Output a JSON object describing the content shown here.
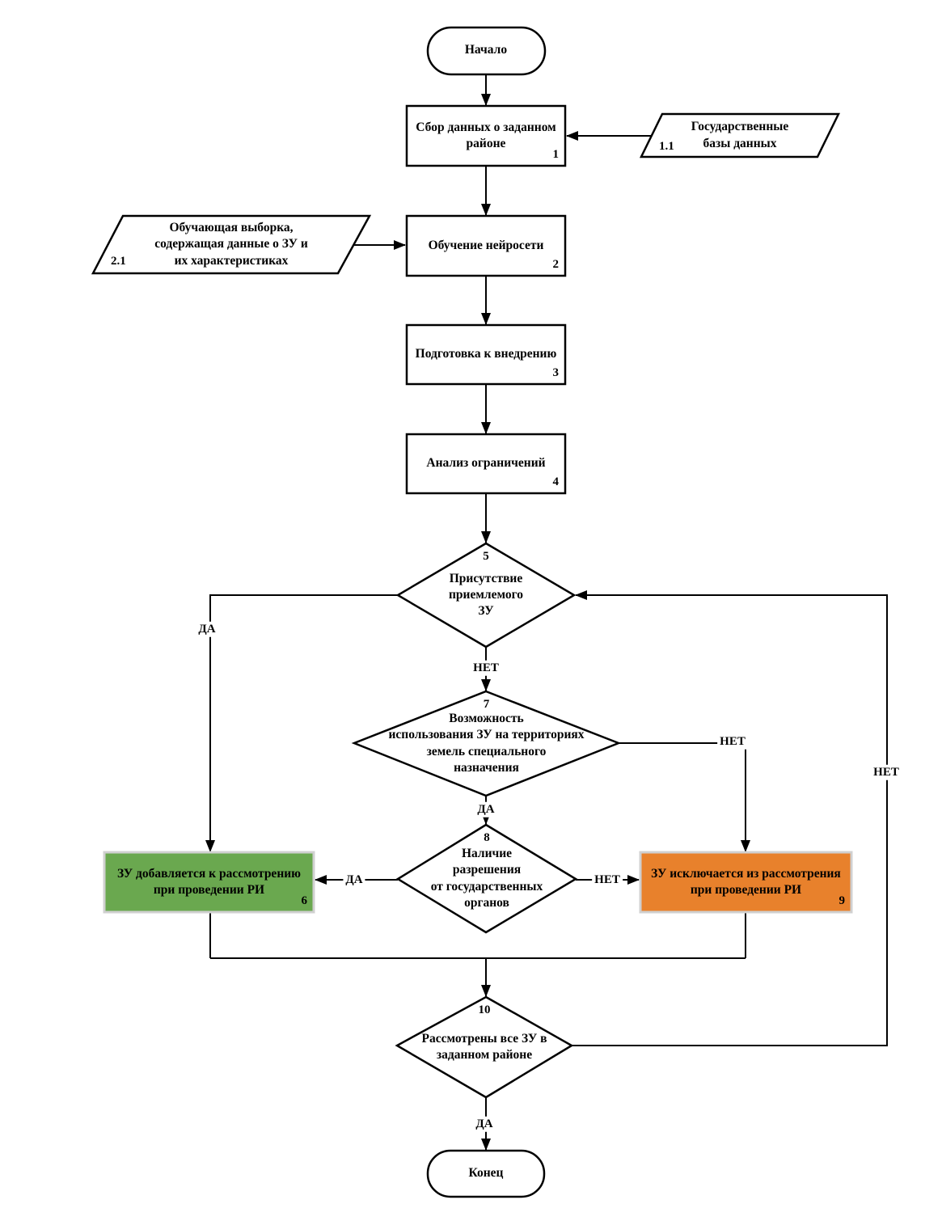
{
  "diagram": {
    "nodes": {
      "start": {
        "label": "Начало"
      },
      "collect": {
        "label": "Сбор данных о заданном\nрайоне",
        "num": "1"
      },
      "gov_db": {
        "label": "Государственные\nбазы данных",
        "num": "1.1"
      },
      "training_set": {
        "label": "Обучающая выборка,\nсодержащая данные о ЗУ и\nих характеристиках",
        "num": "2.1"
      },
      "train_nn": {
        "label": "Обучение нейросети",
        "num": "2"
      },
      "prepare": {
        "label": "Подготовка к внедрению",
        "num": "3"
      },
      "constraints": {
        "label": "Анализ ограничений",
        "num": "4"
      },
      "acceptable": {
        "label": "Присутствие\nприемлемого\nЗУ",
        "num": "5"
      },
      "special_lands": {
        "label": "Возможность\nиспользования ЗУ на территориях\nземель специального\nназначения",
        "num": "7"
      },
      "permission": {
        "label": "Наличие\nразрешения\nот государственных\nорганов",
        "num": "8"
      },
      "add": {
        "label": "ЗУ добавляется к рассмотрению\nпри проведении РИ",
        "num": "6"
      },
      "exclude": {
        "label": "ЗУ исключается из рассмотрения\nпри проведении РИ",
        "num": "9"
      },
      "all_considered": {
        "label": "Рассмотрены все ЗУ в\nзаданном районе",
        "num": "10"
      },
      "end": {
        "label": "Конец"
      }
    },
    "edge_labels": {
      "acceptable_yes": "ДА",
      "acceptable_no": "НЕТ",
      "special_yes": "ДА",
      "special_no": "НЕТ",
      "permission_yes": "ДА",
      "permission_no": "НЕТ",
      "all_yes": "ДА",
      "all_no": "НЕТ"
    },
    "colors": {
      "add_fill": "#6AA84F",
      "exclude_fill": "#E8812C"
    }
  }
}
